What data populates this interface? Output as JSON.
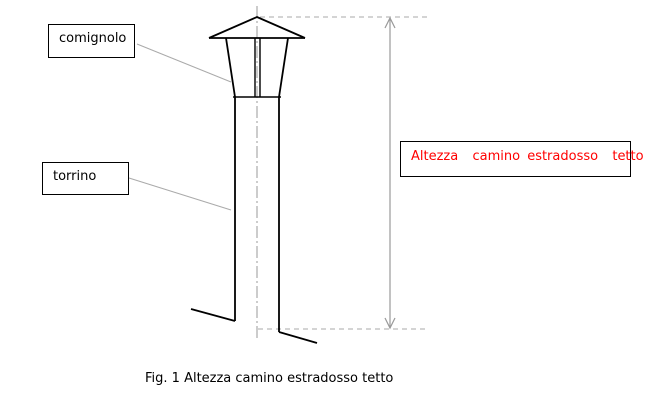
{
  "diagram": {
    "labels": {
      "comignolo": "comignolo",
      "torrino": "torrino",
      "height": "Altezza  camino estradosso  tetto"
    },
    "caption": "Fig. 1 Altezza camino estradosso tetto",
    "colors": {
      "line": "#000000",
      "leader": "#a0a0a0",
      "dimension": "#a0a0a0",
      "highlight_text": "#ff0000"
    }
  }
}
